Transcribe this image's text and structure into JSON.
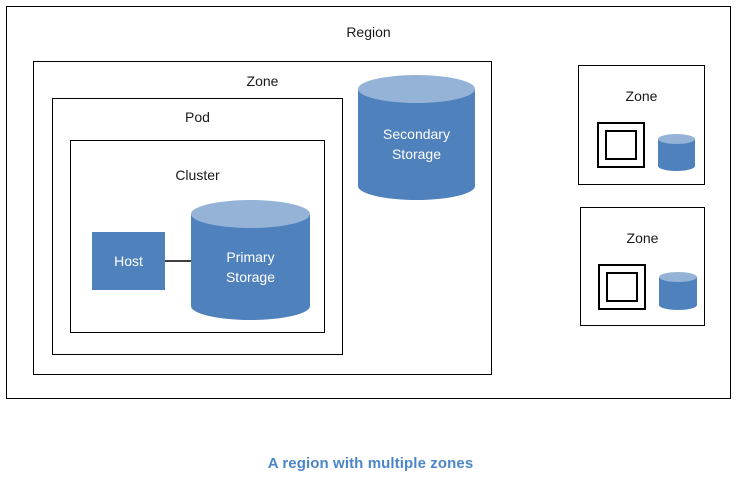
{
  "diagram": {
    "caption": "A region with multiple zones",
    "caption_color": "#4A86C8",
    "background_color": "#ffffff",
    "outline_color": "#000000",
    "fill_color": "#4F81BD",
    "cylinder_top_color": "#95B3D7",
    "containers": {
      "region": {
        "label": "Region"
      },
      "zone_main": {
        "label": "Zone"
      },
      "pod": {
        "label": "Pod"
      },
      "cluster": {
        "label": "Cluster"
      },
      "zone_two": {
        "label": "Zone"
      },
      "zone_three": {
        "label": "Zone"
      }
    },
    "nodes": {
      "host": {
        "label": "Host"
      },
      "primary_storage": {
        "label_line1": "Primary",
        "label_line2": "Storage"
      },
      "secondary_storage": {
        "label_line1": "Secondary",
        "label_line2": "Storage"
      }
    }
  }
}
